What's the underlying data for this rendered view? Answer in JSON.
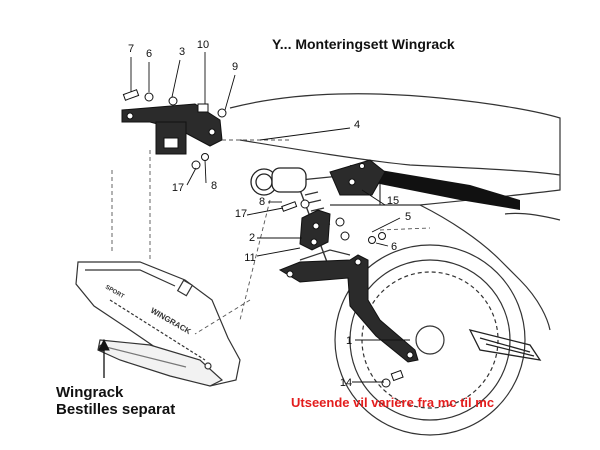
{
  "title": "Y... Monteringsett Wingrack",
  "wingrack_label": {
    "line1": "Wingrack",
    "line2": "Bestilles separat"
  },
  "note": "Utseende vil variere fra mc til mc",
  "note_color": "#e31d1d",
  "callouts": [
    "7",
    "6",
    "3",
    "10",
    "9",
    "4",
    "17",
    "8",
    "8",
    "15",
    "17",
    "5",
    "2",
    "6",
    "11",
    "1",
    "14"
  ],
  "wingrack_plate_text": [
    "SPORT",
    "WINGRACK"
  ]
}
